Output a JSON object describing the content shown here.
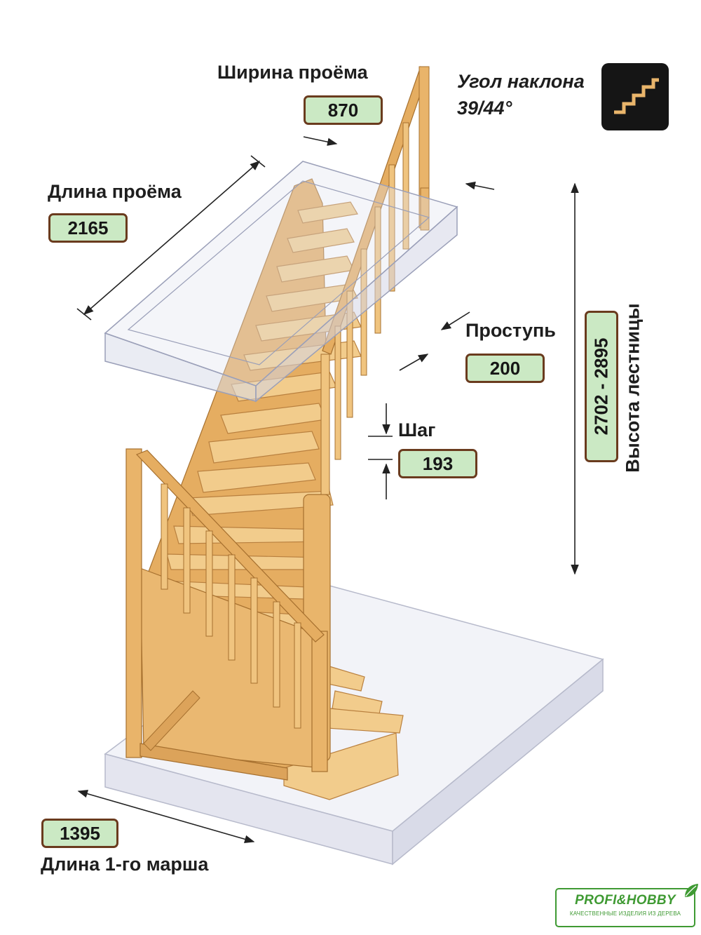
{
  "labels": {
    "opening_width": "Ширина проёма",
    "opening_length": "Длина проёма",
    "tread": "Проступь",
    "step": "Шаг",
    "stair_height": "Высота лестницы",
    "first_flight_length": "Длина 1-го марша",
    "angle_title": "Угол наклона",
    "angle_value": "39/44°"
  },
  "values": {
    "opening_width": "870",
    "opening_length": "2165",
    "tread": "200",
    "step": "193",
    "stair_height": "2702 - 2895",
    "first_flight_length": "1395"
  },
  "logo": {
    "brand": "PROFI&HOBBY",
    "tagline": "КАЧЕСТВЕННЫЕ ИЗДЕЛИЯ ИЗ ДЕРЕВА"
  },
  "icons": {
    "angle": "stairs-icon",
    "logo_leaf": "leaf-icon"
  },
  "colors": {
    "wood": "#e8b46c",
    "wood_light": "#f3cf94",
    "wood_dark": "#b9803f",
    "badge_fill": "#cbe9c4",
    "badge_border": "#6a3b1e",
    "glass": "#e6e8f3",
    "logo_green": "#3f9a33"
  }
}
